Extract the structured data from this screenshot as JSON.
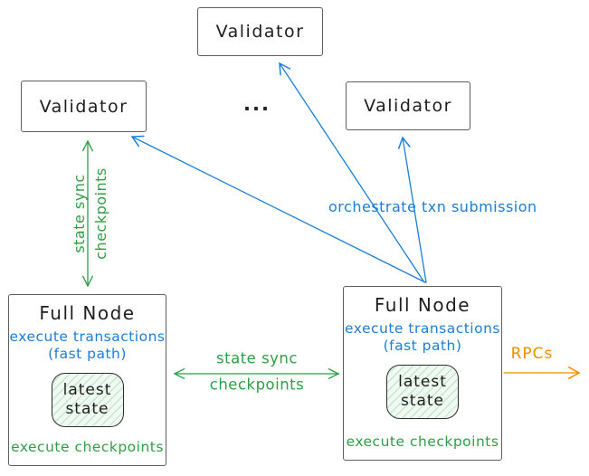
{
  "validators": {
    "top": {
      "label": "Validator"
    },
    "left": {
      "label": "Validator"
    },
    "right": {
      "label": "Validator"
    }
  },
  "ellipsis": "...",
  "full_node_left": {
    "title": "Full Node",
    "exec_line1": "execute transactions",
    "exec_line2": "(fast path)",
    "state_line1": "latest",
    "state_line2": "state",
    "footer": "execute checkpoints"
  },
  "full_node_right": {
    "title": "Full Node",
    "exec_line1": "execute transactions",
    "exec_line2": "(fast path)",
    "state_line1": "latest",
    "state_line2": "state",
    "footer": "execute checkpoints"
  },
  "edges": {
    "orchestrate_label": "orchestrate txn submission",
    "vertical_sync": {
      "line1": "state sync",
      "line2": "checkpoints"
    },
    "horizontal_sync": {
      "line1": "state sync",
      "line2": "checkpoints"
    },
    "rpcs_label": "RPCs"
  },
  "colors": {
    "blue": "#1c7ed6",
    "green": "#2f9e44",
    "orange": "#f08c00",
    "box_border": "#5b5e62",
    "text": "#1e1e1e",
    "state_fill": "#f2faf3",
    "state_hatch": "#2f9e44"
  }
}
